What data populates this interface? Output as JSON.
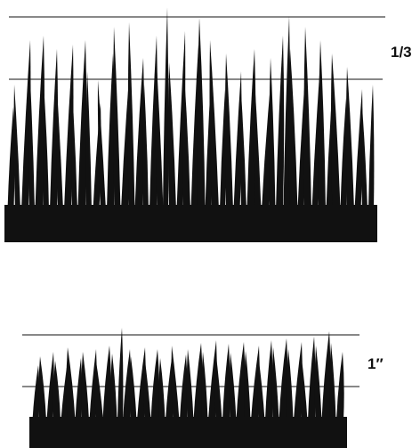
{
  "panels": [
    {
      "id": "tall-grass",
      "label": "1/3"
    },
    {
      "id": "short-grass",
      "label": "1″"
    }
  ],
  "colors": {
    "ink": "#111111",
    "background": "#ffffff"
  }
}
